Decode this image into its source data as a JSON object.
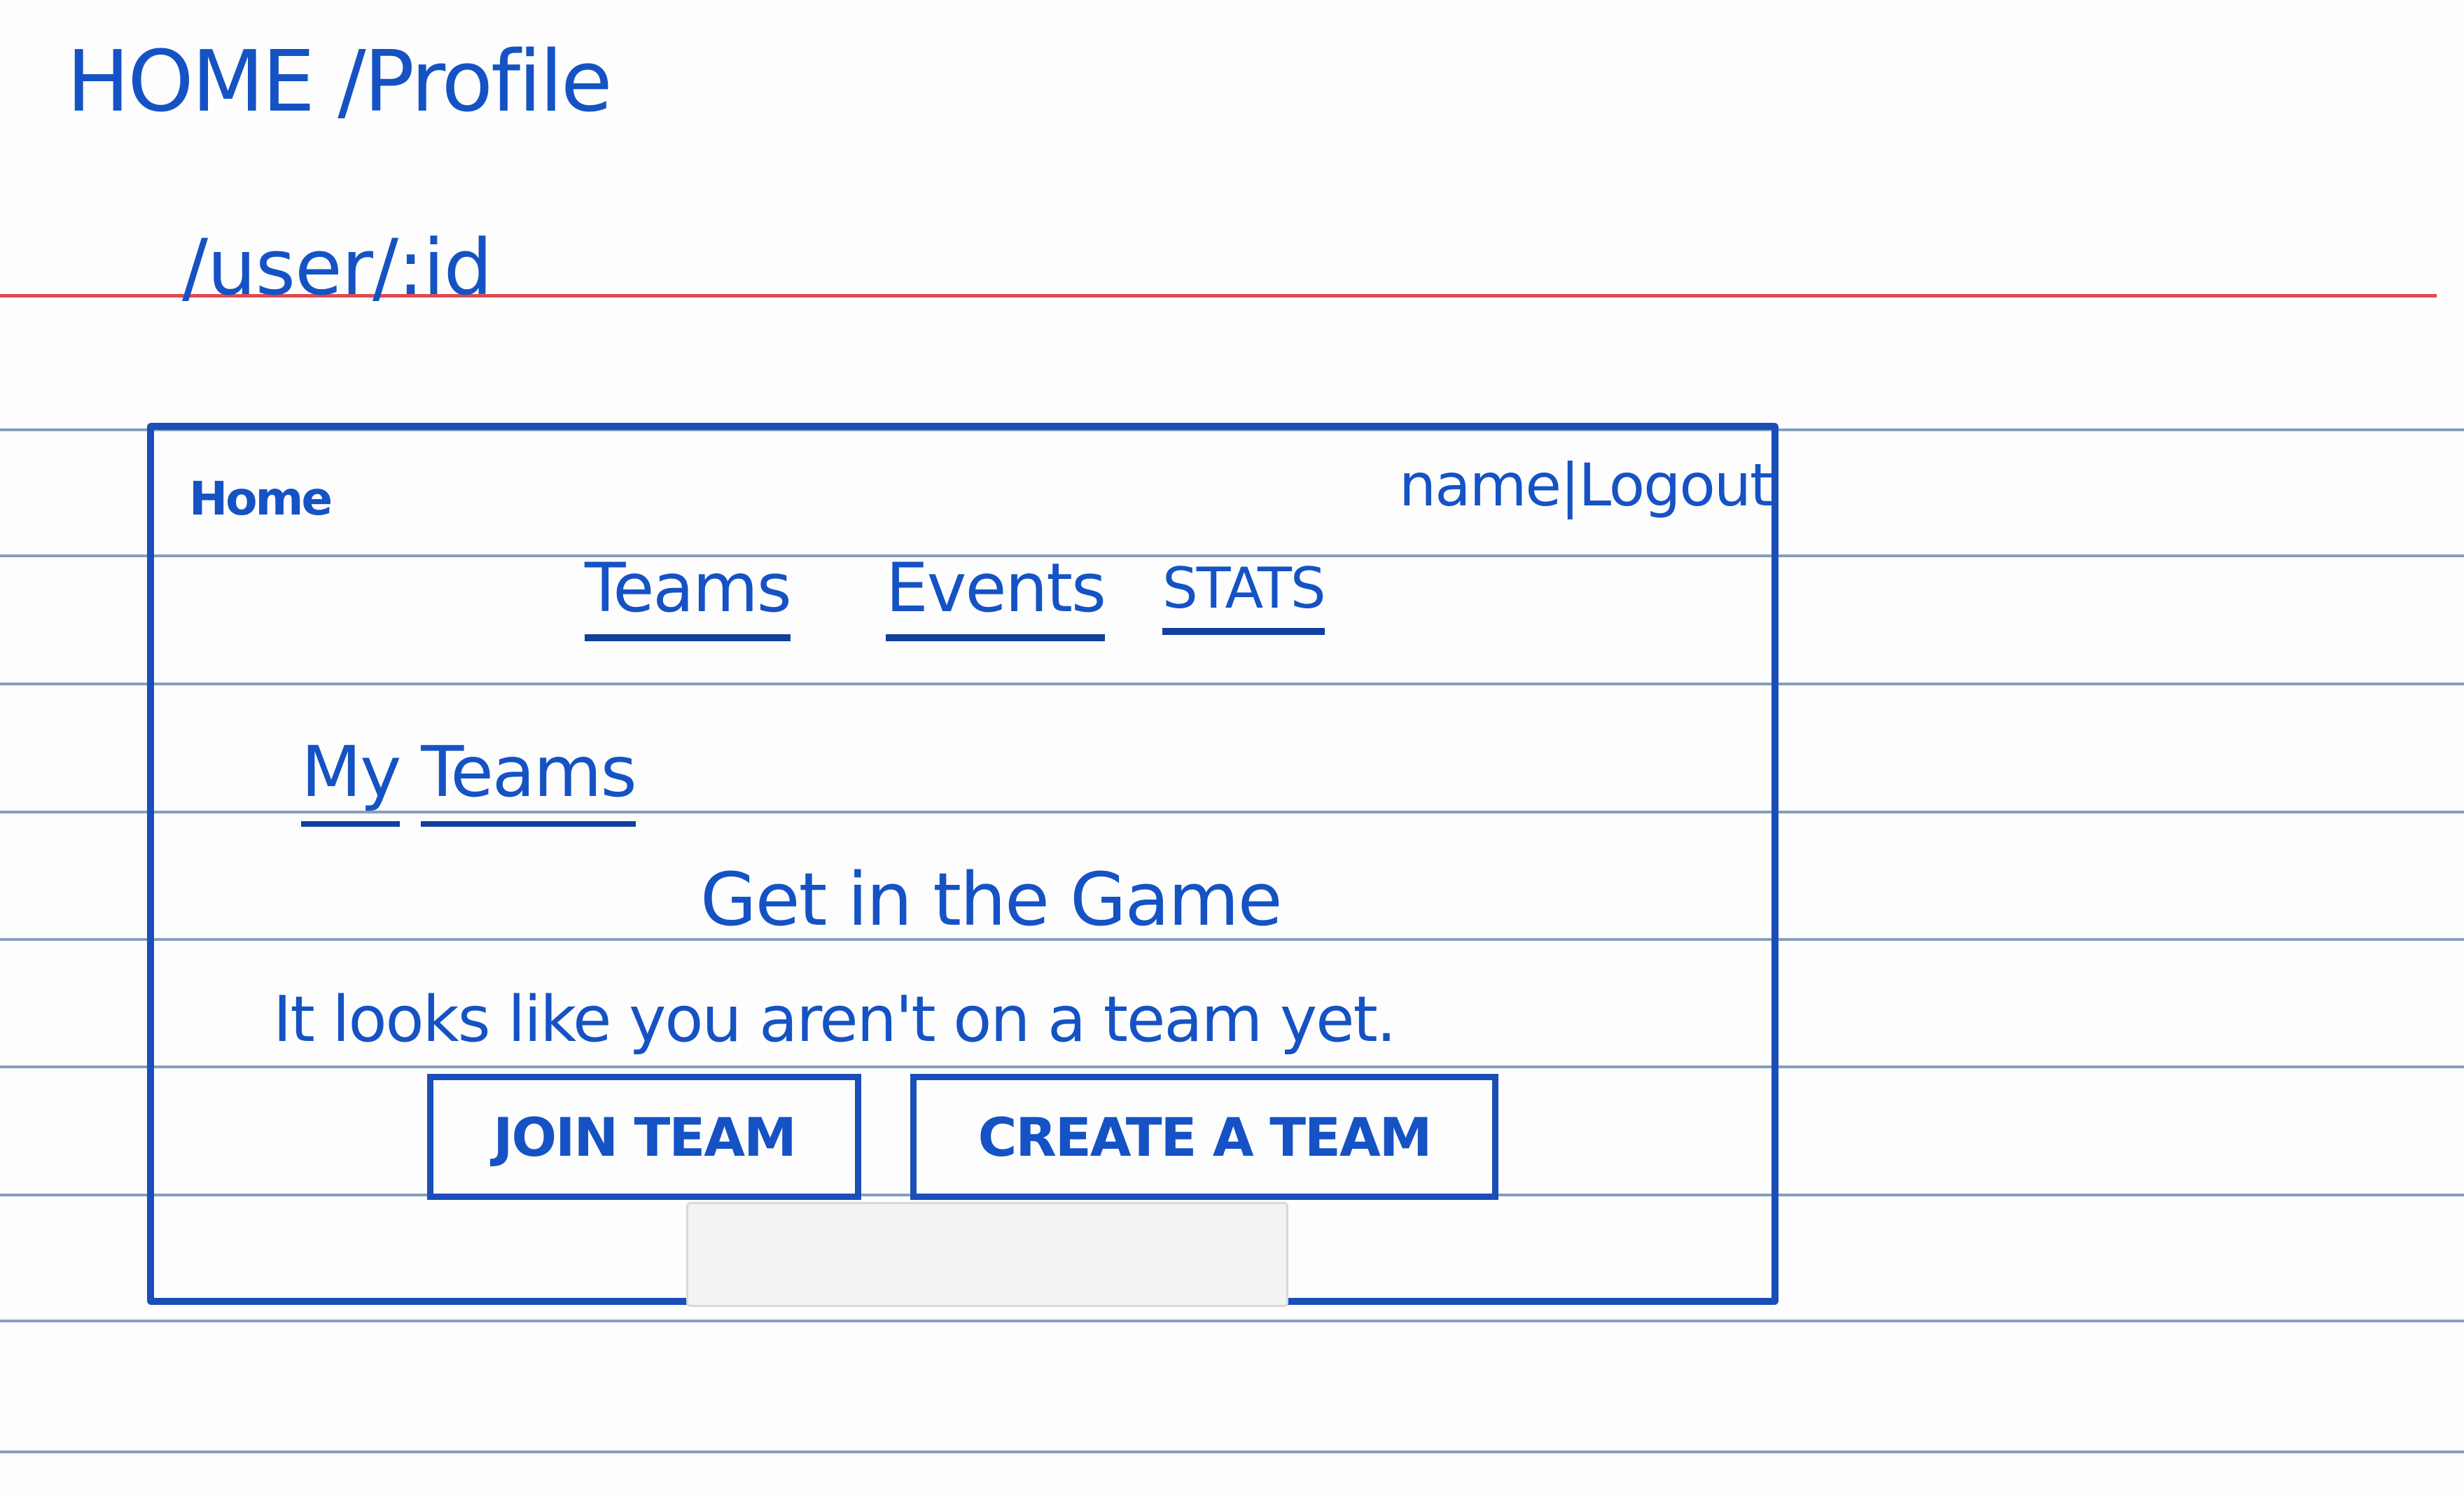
{
  "sketch": {
    "page_route": "HOME /Profile",
    "url_path": "/user/:id",
    "ink_color": "#1552c4",
    "margin_line_color": "#d9383f",
    "ruled_line_color": "#5c7fa8"
  },
  "header": {
    "home_link": "Home",
    "user_name": "name",
    "separator": "|",
    "logout_label": "Logout"
  },
  "nav": {
    "tabs": [
      {
        "label": "Teams"
      },
      {
        "label": "Events"
      },
      {
        "label": "STATS"
      }
    ]
  },
  "main": {
    "section_title_word_1": "My",
    "section_title_word_2": "Teams",
    "empty_state": {
      "heading": "Get in the Game",
      "message": "It looks like you aren't on a team yet."
    },
    "actions": {
      "join_label": "JOIN TEAM",
      "create_label": "CREATE A TEAM"
    }
  }
}
